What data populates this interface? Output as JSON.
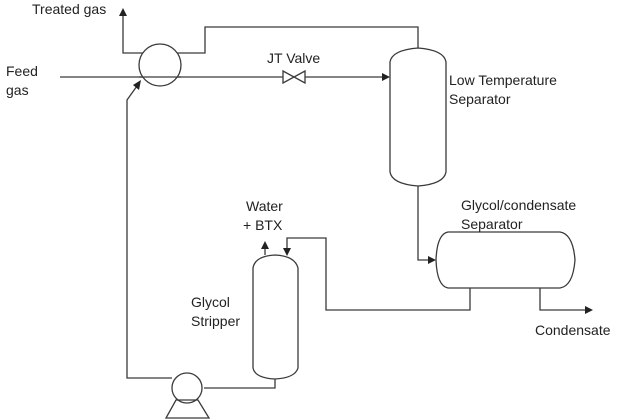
{
  "diagram": {
    "type": "process-flow",
    "colors": {
      "line": "#3a3a3a",
      "text": "#222222",
      "background": "#ffffff"
    },
    "labels": {
      "treated_gas": "Treated gas",
      "feed_gas_line1": "Feed",
      "feed_gas_line2": "gas",
      "jt_valve": "JT Valve",
      "lts_line1": "Low Temperature",
      "lts_line2": "Separator",
      "gcs_line1": "Glycol/condensate",
      "gcs_line2": "Separator",
      "water_btx_line1": "Water",
      "water_btx_line2": "+ BTX",
      "stripper_line1": "Glycol",
      "stripper_line2": "Stripper",
      "condensate": "Condensate"
    },
    "equipment": [
      "heat-exchanger",
      "jt-valve",
      "low-temperature-separator",
      "glycol-condensate-separator",
      "glycol-stripper",
      "pump"
    ]
  }
}
